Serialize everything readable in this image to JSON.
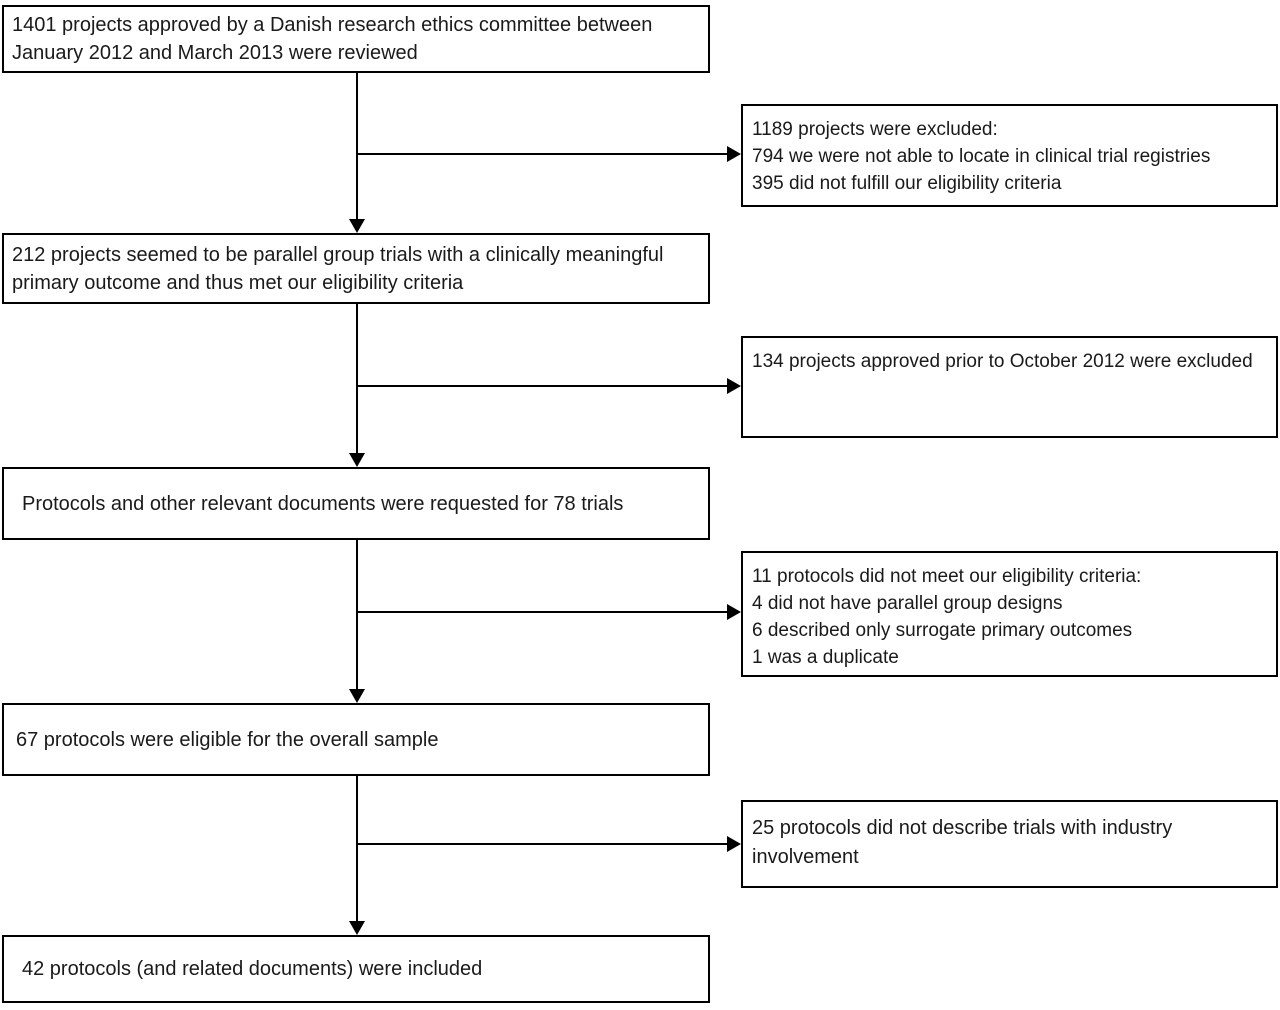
{
  "flowchart": {
    "main_boxes": [
      {
        "text": "1401 projects approved by a Danish research ethics committee between January 2012 and March 2013 were reviewed"
      },
      {
        "text": "212 projects seemed to be parallel group trials with a clinically meaningful primary outcome and thus met our eligibility criteria"
      },
      {
        "text": "Protocols and other relevant documents were requested for 78 trials"
      },
      {
        "text": "67 protocols were eligible for the overall sample"
      },
      {
        "text": "42 protocols (and related documents) were included"
      }
    ],
    "exclusion_boxes": [
      {
        "lines": [
          "1189 projects were excluded:",
          "794 we were not able to locate in clinical trial registries",
          "395 did not fulfill our eligibility criteria"
        ]
      },
      {
        "lines": [
          "134 projects approved prior to October 2012 were excluded"
        ]
      },
      {
        "lines": [
          "11 protocols did not meet our eligibility criteria:",
          "4 did not have parallel group designs",
          "6 described only surrogate primary outcomes",
          "1 was a duplicate"
        ]
      },
      {
        "lines": [
          "25 protocols did not describe trials with industry involvement"
        ]
      }
    ],
    "colors": {
      "box_border": "#000000",
      "background": "#ffffff",
      "text": "#1a1a1a"
    }
  }
}
